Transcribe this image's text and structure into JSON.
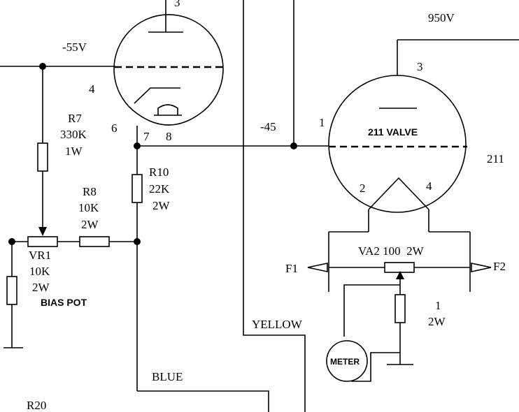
{
  "voltages": {
    "bias": "-55V",
    "grid": "-45",
    "plate": "950V"
  },
  "upper_valve": {
    "pin_top": "3",
    "pin_grid": "4",
    "pin_heater_a": "6",
    "pin_heater_b": "7",
    "pin_heater_c": "8"
  },
  "valve_211": {
    "label": "211 VALVE",
    "side_label": "211",
    "pin_plate": "3",
    "pin_grid": "1",
    "pin_fil_left": "2",
    "pin_fil_right": "4"
  },
  "r7": {
    "name": "R7",
    "value": "330K",
    "power": "1W"
  },
  "r8": {
    "name": "R8",
    "value": "10K",
    "power": "2W"
  },
  "r10": {
    "name": "R10",
    "value": "22K",
    "power": "2W"
  },
  "vr1": {
    "name": "VR1",
    "value": "10K",
    "power": "2W",
    "label": "BIAS POT"
  },
  "va2": {
    "label": "VA2 100  2W"
  },
  "meter_resistor": {
    "value": "1",
    "power": "2W"
  },
  "meter": {
    "label": "METER"
  },
  "fuses": {
    "left": "F1",
    "right": "F2"
  },
  "wires": {
    "yellow": "YELLOW",
    "blue": "BLUE"
  },
  "r20": {
    "name": "R20"
  }
}
